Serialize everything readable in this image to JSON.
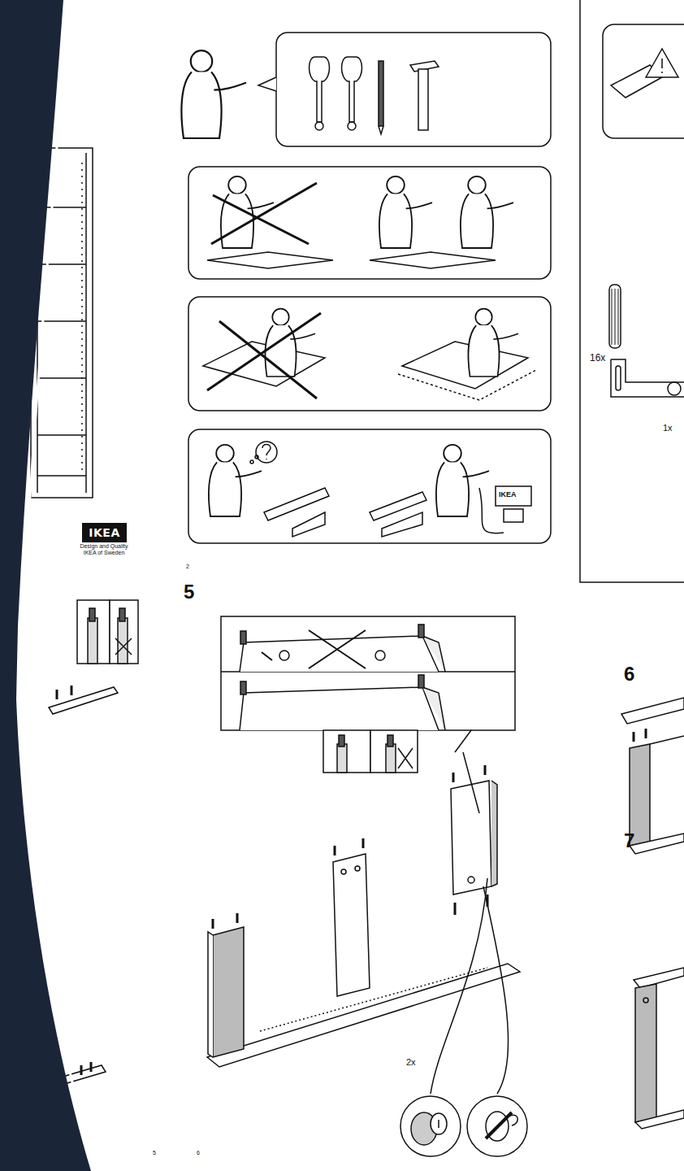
{
  "diagram": {
    "nodes": [
      {
        "text": [
          "IKEA"
        ]
      }
    ],
    "labels": [
      "Design and Quality IKEA of Sweden",
      "2",
      "16x",
      "1x",
      "5",
      "2x",
      "6",
      "7",
      "5",
      "6",
      "IKEA"
    ]
  }
}
